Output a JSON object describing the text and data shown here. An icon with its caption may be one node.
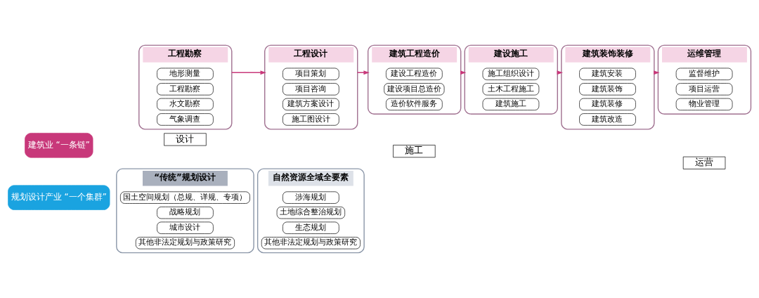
{
  "diagram": {
    "nodes": [
      {
        "text": [
          "建筑业 “一条链”"
        ]
      },
      {
        "text": [
          "工程勘察"
        ]
      },
      {
        "text": [
          "地形测量"
        ],
        "in": 1
      },
      {
        "text": [
          "工程勘察"
        ],
        "in": 1
      },
      {
        "text": [
          "水文勘察"
        ],
        "in": 1
      },
      {
        "text": [
          "气象调查"
        ],
        "in": 1
      },
      {
        "text": [
          "工程设计"
        ]
      },
      {
        "text": [
          "项目策划"
        ],
        "in": 6
      },
      {
        "text": [
          "项目咨询"
        ],
        "in": 6
      },
      {
        "text": [
          "建筑方案设计"
        ],
        "in": 6
      },
      {
        "text": [
          "施工图设计"
        ],
        "in": 6
      },
      {
        "text": [
          "建筑工程造价"
        ]
      },
      {
        "text": [
          "建设工程造价"
        ],
        "in": 11
      },
      {
        "text": [
          "建设项目总造价"
        ],
        "in": 11
      },
      {
        "text": [
          "造价软件服务"
        ],
        "in": 11
      },
      {
        "text": [
          "建设施工"
        ]
      },
      {
        "text": [
          "施工组织设计"
        ],
        "in": 15
      },
      {
        "text": [
          "土木工程施工"
        ],
        "in": 15
      },
      {
        "text": [
          "建筑施工"
        ],
        "in": 15
      },
      {
        "text": [
          "建筑装饰装修"
        ]
      },
      {
        "text": [
          "建筑安装"
        ],
        "in": 19
      },
      {
        "text": [
          "建筑装饰"
        ],
        "in": 19
      },
      {
        "text": [
          "建筑装修"
        ],
        "in": 19
      },
      {
        "text": [
          "建筑改造"
        ],
        "in": 19
      },
      {
        "text": [
          "运维管理"
        ]
      },
      {
        "text": [
          "监督维护"
        ],
        "in": 24
      },
      {
        "text": [
          "项目运营"
        ],
        "in": 24
      },
      {
        "text": [
          "物业管理"
        ],
        "in": 24
      },
      {
        "text": [
          "规划设计产业 “一个集群”"
        ]
      },
      {
        "text": [
          "“传统”规划设计"
        ]
      },
      {
        "text": [
          "国土空间规划（总规、详规、专项）"
        ],
        "in": 29
      },
      {
        "text": [
          "战略规划"
        ],
        "in": 29
      },
      {
        "text": [
          "城市设计"
        ],
        "in": 29
      },
      {
        "text": [
          "其他非法定规划与政策研究"
        ],
        "in": 29
      },
      {
        "text": [
          "自然资源全域全要素"
        ]
      },
      {
        "text": [
          "涉海规划"
        ],
        "in": 34
      },
      {
        "text": [
          "土地综合整治规划"
        ],
        "in": 34
      },
      {
        "text": [
          "生态规划"
        ],
        "in": 34
      },
      {
        "text": [
          "其他非法定规划与政策研究"
        ],
        "in": 34
      }
    ],
    "edges": [
      {
        "from": 1,
        "to": 6,
        "arrow": "to"
      },
      {
        "from": 6,
        "to": 11,
        "arrow": "to"
      },
      {
        "from": 11,
        "to": 15,
        "arrow": "to"
      },
      {
        "from": 15,
        "to": 19,
        "arrow": "to"
      },
      {
        "from": 19,
        "to": 24,
        "arrow": "to"
      }
    ],
    "labels": [
      "设计",
      "施工",
      "运营"
    ]
  }
}
